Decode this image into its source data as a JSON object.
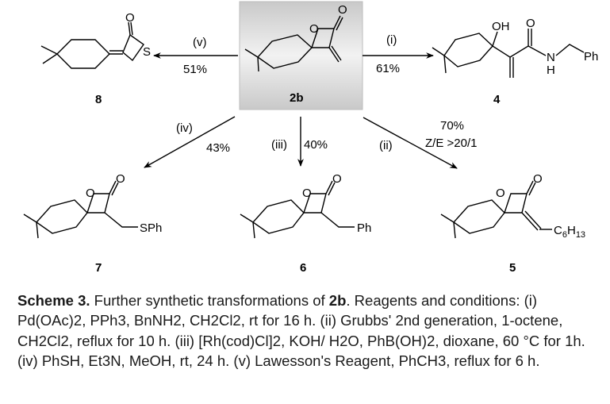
{
  "compounds": {
    "c2b": "2b",
    "c4": "4",
    "c5": "5",
    "c6": "6",
    "c7": "7",
    "c8": "8"
  },
  "reactions": {
    "v": {
      "label": "(v)",
      "yield": "51%"
    },
    "i": {
      "label": "(i)",
      "yield": "61%"
    },
    "iv": {
      "label": "(iv)",
      "yield": "43%"
    },
    "iii": {
      "label": "(iii)",
      "yield": "40%"
    },
    "ii": {
      "label": "(ii)",
      "yield": "70%",
      "selectivity": "Z/E >20/1"
    }
  },
  "atoms": {
    "O": "O",
    "S": "S",
    "OH": "OH",
    "N": "N",
    "H": "H",
    "Ph": "Ph",
    "SPh": "SPh",
    "C6H13_base": "C",
    "C6H13_sub1": "6",
    "C6H13_mid": "H",
    "C6H13_sub2": "13"
  },
  "caption": {
    "scheme_label": "Scheme 3.",
    "intro": " Further synthetic transformations of ",
    "compound": "2b",
    "rest": ". Reagents and conditions: (i) Pd(OAc)2, PPh3, BnNH2, CH2Cl2, rt for 16 h. (ii) Grubbs' 2nd generation, 1-octene, CH2Cl2, reflux for 10 h. (iii) [Rh(cod)Cl]2, KOH/ H2O, PhB(OH)2, dioxane, 60 °C for 1h. (iv) PhSH, Et3N, MeOH, rt, 24 h. (v) Lawesson's Reagent, PhCH3, reflux for 6 h."
  },
  "colors": {
    "highlight_box": "#d6d6d6",
    "caption_text": "#1a1a1a"
  }
}
